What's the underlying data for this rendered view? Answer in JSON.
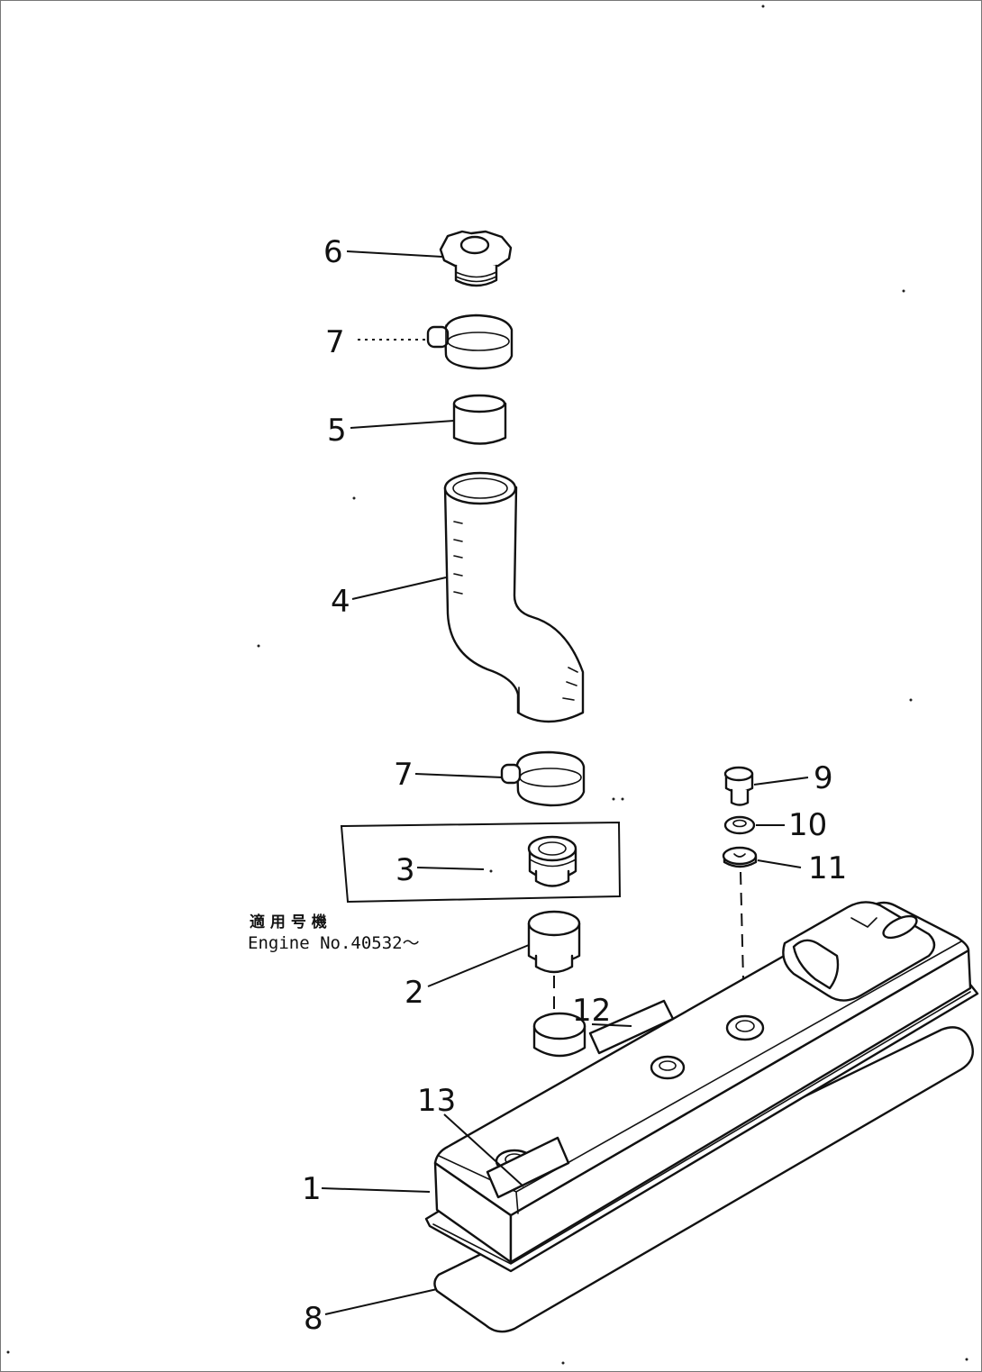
{
  "callouts": {
    "c1": "1",
    "c2": "2",
    "c3": "3",
    "c4": "4",
    "c5": "5",
    "c6": "6",
    "c7a": "7",
    "c7b": "7",
    "c8": "8",
    "c9": "9",
    "c10": "10",
    "c11": "11",
    "c12": "12",
    "c13": "13"
  },
  "note": {
    "jp": "適 用 号 機",
    "en": "Engine No.40532～"
  }
}
